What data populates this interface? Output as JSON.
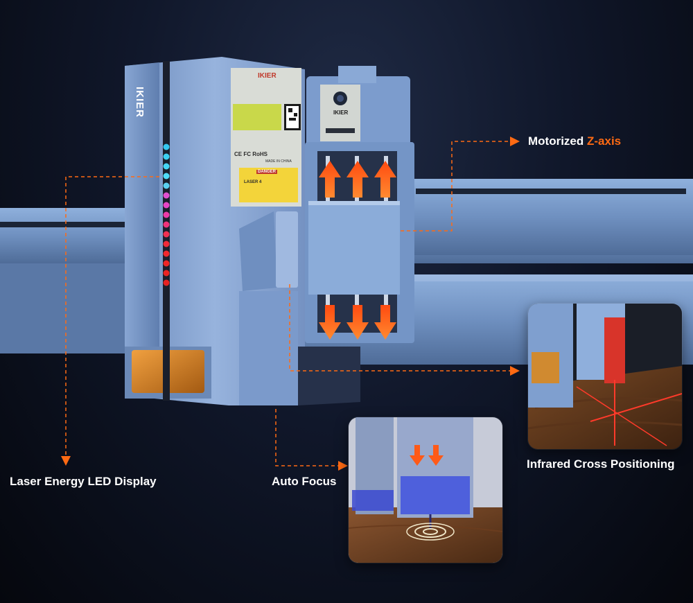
{
  "brand": "IKIER",
  "callouts": {
    "z_axis_prefix": "Motorized ",
    "z_axis_accent": "Z-axis",
    "led_display": "Laser Energy LED Display",
    "auto_focus": "Auto Focus",
    "infrared": "Infrared Cross Positioning"
  },
  "plate": {
    "danger": "DANGER",
    "laser_class": "LASER 4",
    "made_in": "MADE IN CHINA",
    "certs": "CE FC RoHS"
  },
  "colors": {
    "accent": "#ff6a13",
    "background": "#0b1020",
    "machine": "#7f9fcf"
  }
}
